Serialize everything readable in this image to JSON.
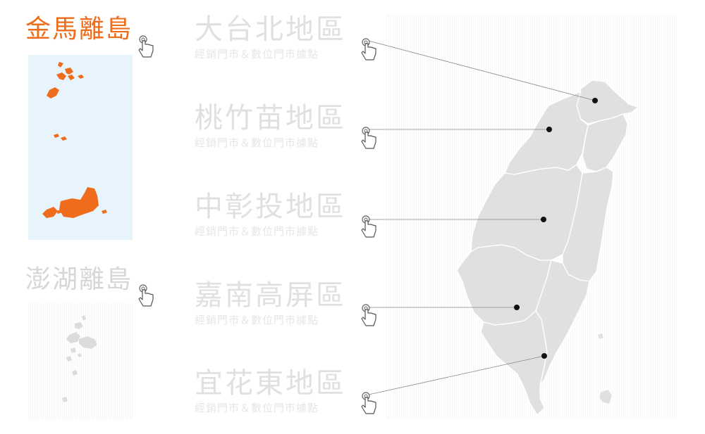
{
  "islands": {
    "kinmen_matsu": {
      "label": "金馬離島",
      "active": true
    },
    "penghu": {
      "label": "澎湖離島",
      "active": false
    }
  },
  "regions": [
    {
      "name": "大台北地區",
      "sub": "經銷門市＆數位門市據點"
    },
    {
      "name": "桃竹苗地區",
      "sub": "經銷門市＆數位門市據點"
    },
    {
      "name": "中彰投地區",
      "sub": "經銷門市＆數位門市據點"
    },
    {
      "name": "嘉南高屏區",
      "sub": "經銷門市＆數位門市據點"
    },
    {
      "name": "宜花東地區",
      "sub": "經銷門市＆數位門市據點"
    }
  ],
  "colors": {
    "accent": "#ee6c1b",
    "map_fill": "#e0e0e0",
    "inactive_text": "#d6d6d6",
    "panel_bg": "#e8f4fb"
  },
  "icons": [
    "hand-pointer-icon",
    "map-marker-dot"
  ]
}
